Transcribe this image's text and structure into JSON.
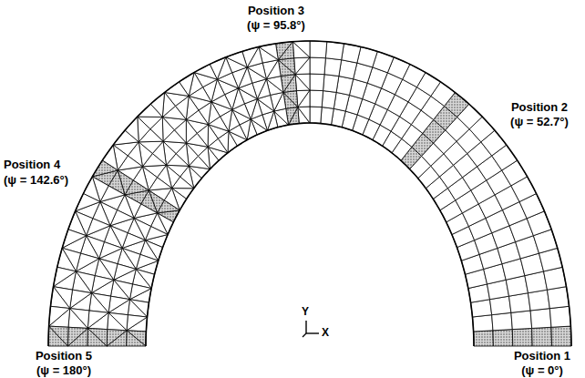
{
  "diagram": {
    "labels": [
      "Position 3",
      "(ψ = 95.8°)",
      "Position 2",
      "(ψ = 52.7°)",
      "Position 4",
      "(ψ = 142.6°)",
      "Position 5",
      "(ψ = 180°)",
      "Position 1",
      "(ψ = 0°)",
      "Y",
      "X"
    ]
  }
}
